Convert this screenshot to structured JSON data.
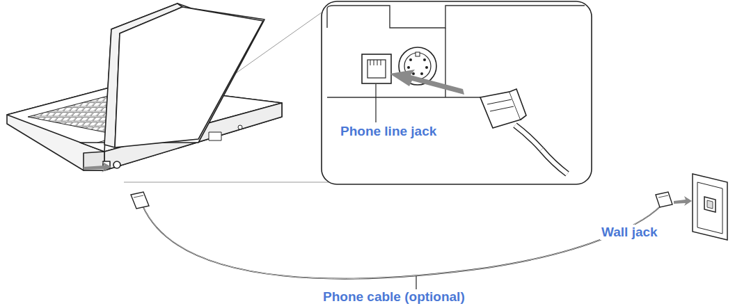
{
  "diagram": {
    "labels": [
      "Phone line jack",
      "Wall jack",
      "Phone cable (optional)"
    ]
  }
}
